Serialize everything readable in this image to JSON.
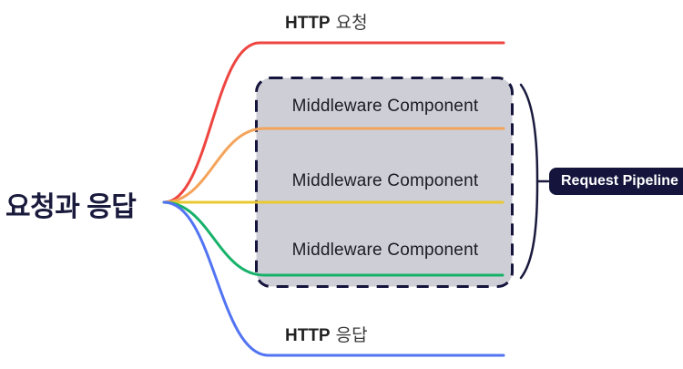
{
  "diagram": {
    "root": {
      "label": "요청과 응답"
    },
    "nodes": {
      "http_request": {
        "bold": "HTTP",
        "text": "요청"
      },
      "middleware": [
        "Middleware Component",
        "Middleware Component",
        "Middleware Component"
      ],
      "http_response": {
        "bold": "HTTP",
        "text": "응답"
      }
    },
    "edges": {
      "request_color": "#ee4540",
      "middleware_colors": [
        "#f4a45c",
        "#eac832",
        "#17b26a"
      ],
      "response_color": "#5274f2"
    },
    "pipeline_box": {
      "fill": "#cdced6",
      "border": "#14143c"
    },
    "pipeline_badge": {
      "label": "Request Pipeline",
      "bg": "#14143c",
      "text_color": "#ffffff"
    },
    "brace_color": "#1a1a3e"
  }
}
